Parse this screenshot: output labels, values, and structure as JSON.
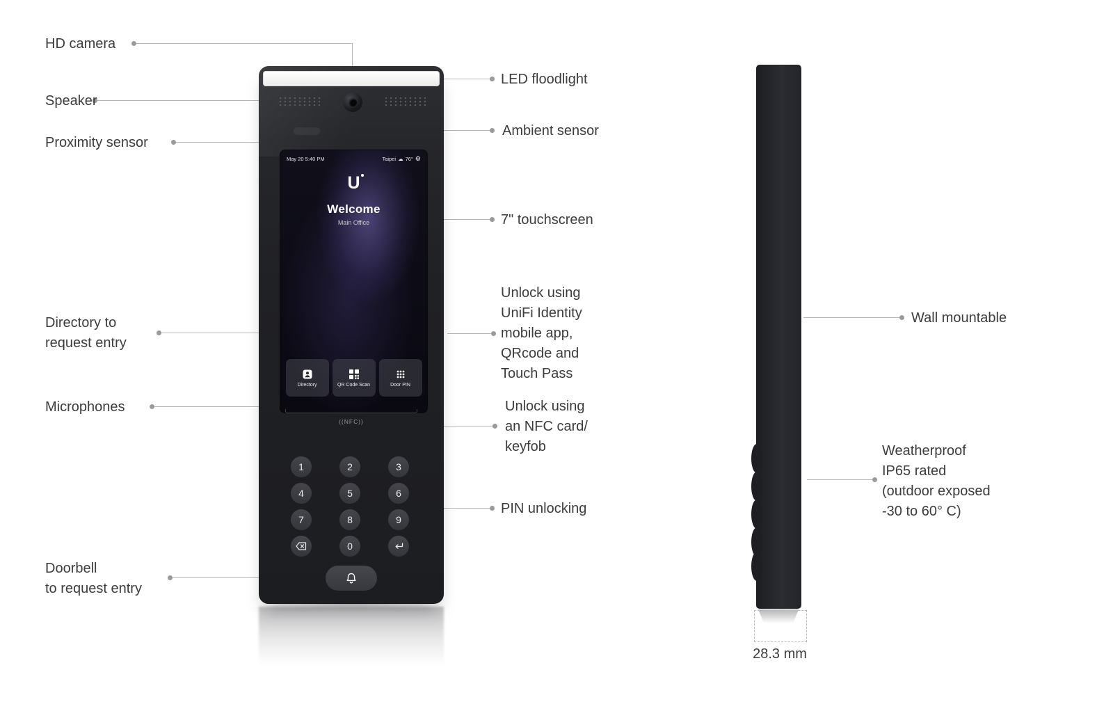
{
  "annotations": {
    "hd_camera": "HD camera",
    "speaker": "Speaker",
    "proximity_sensor": "Proximity sensor",
    "directory_entry": "Directory to\nrequest entry",
    "microphones": "Microphones",
    "doorbell_entry": "Doorbell\nto request entry",
    "led_floodlight": "LED floodlight",
    "ambient_sensor": "Ambient sensor",
    "touchscreen": "7\" touchscreen",
    "unlock_identity": "Unlock using\nUniFi Identity\nmobile app,\nQRcode and\nTouch Pass",
    "unlock_nfc": "Unlock using\nan NFC card/\nkeyfob",
    "pin_unlocking": "PIN unlocking",
    "wall_mountable": "Wall mountable",
    "weatherproof": "Weatherproof\nIP65 rated\n(outdoor exposed\n-30 to 60° C)",
    "thickness": "28.3 mm"
  },
  "screen": {
    "status_datetime": "May 20 5:40 PM",
    "status_city": "Taipei",
    "status_temp": "76°",
    "welcome": "Welcome",
    "site_name": "Main Office",
    "logo_letter": "U",
    "nfc_label": "((NFC))",
    "app_buttons": [
      {
        "label": "Directory"
      },
      {
        "label": "QR Code Scan"
      },
      {
        "label": "Door PIN"
      }
    ]
  },
  "icons": {
    "weather_cloud": "☁",
    "settings_gear": "⚙"
  },
  "keypad": {
    "digits": [
      [
        "1",
        "2",
        "3"
      ],
      [
        "4",
        "5",
        "6"
      ],
      [
        "7",
        "8",
        "9"
      ]
    ],
    "zero": "0"
  },
  "colors": {
    "device_body": "#222327",
    "floodlight": "#f5f5f3",
    "screen_glow": "#6a5aa8",
    "label_text": "#3c3c3c",
    "leader_line": "#b7b7b7"
  }
}
